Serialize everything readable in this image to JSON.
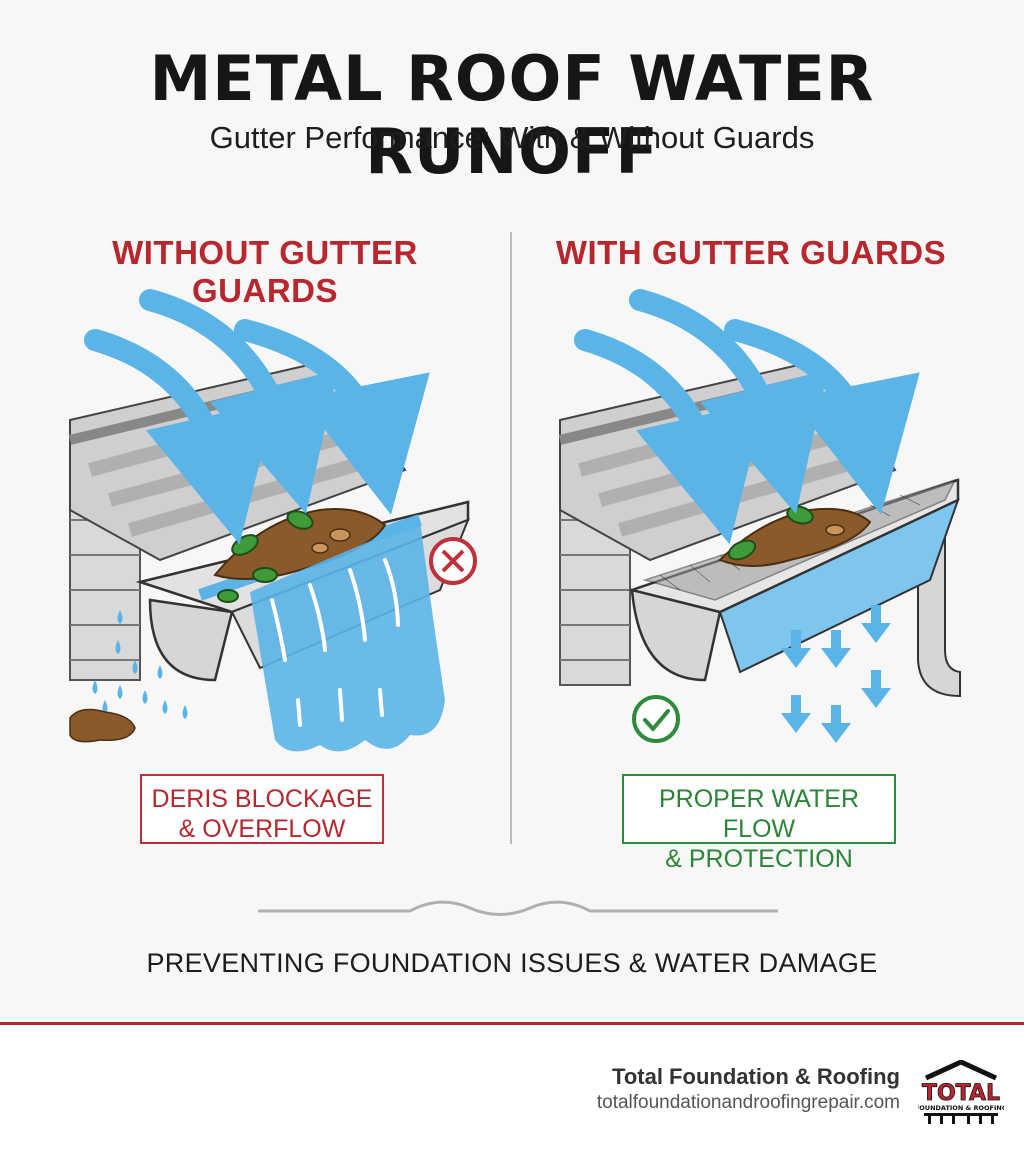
{
  "header": {
    "title": "METAL ROOF WATER RUNOFF",
    "subtitle": "Gutter Performance: With & Without Guards"
  },
  "panels": {
    "left": {
      "heading": "WITHOUT GUTTER GUARDS",
      "caption_line1": "DERIS BLOCKAGE",
      "caption_line2": "& OVERFLOW",
      "status_icon": "x-circle-icon"
    },
    "right": {
      "heading": "WITH GUTTER GUARDS",
      "caption_line1": "PROPER WATER FLOW",
      "caption_line2": "& PROTECTION",
      "status_icon": "check-circle-icon"
    }
  },
  "footer": {
    "tagline": "PREVENTING FOUNDATION ISSUES & WATER DAMAGE",
    "brand_name": "Total Foundation & Roofing",
    "brand_url": "totalfoundationandroofingrepair.com",
    "logo_word": "TOTAL",
    "logo_sub": "FOUNDATION & ROOFING"
  },
  "colors": {
    "accent_red": "#b8262e",
    "accent_green": "#2e8a3c",
    "water_blue": "#5ab4e8",
    "roof_gray": "#c9c9c9",
    "debris_brown": "#8b5a2b",
    "leaf_green": "#3f9a3a"
  }
}
